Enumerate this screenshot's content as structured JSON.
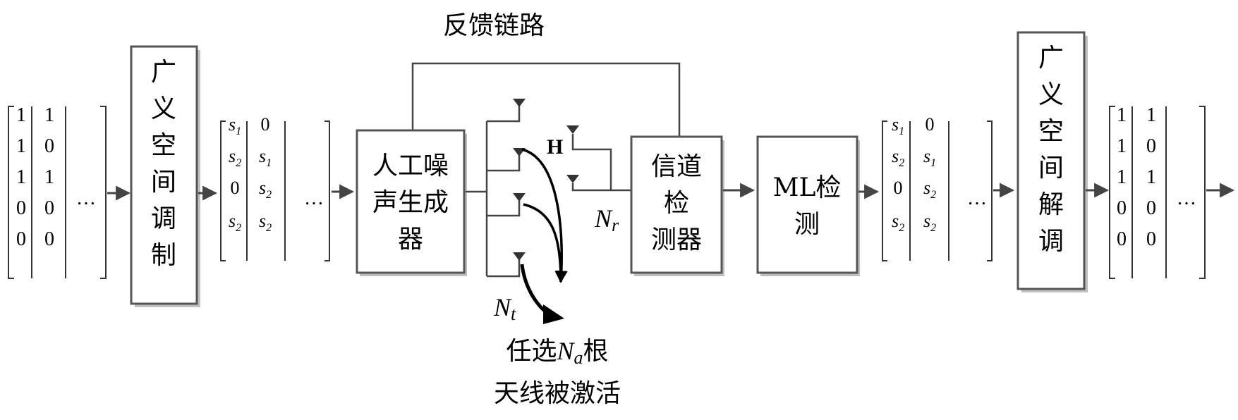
{
  "feedback_label": "反馈链路",
  "modulator_label": [
    "广",
    "义",
    "空",
    "间",
    "调",
    "制"
  ],
  "noise_gen_label": [
    "人工噪",
    "声生成",
    "器"
  ],
  "channel_det_label": [
    "信道",
    "检",
    "测器"
  ],
  "ml_det_label": [
    "ML检",
    "测"
  ],
  "demod_label": [
    "广",
    "义",
    "空",
    "间",
    "解",
    "调"
  ],
  "channel_symbol": "H",
  "nr_label": {
    "main": "N",
    "sub": "r"
  },
  "nt_label": {
    "main": "N",
    "sub": "t"
  },
  "select_label": {
    "pre": "任选",
    "main": "N",
    "sub": "a",
    "post": "根"
  },
  "activated_label": "天线被激活",
  "ellipsis": "…",
  "input_matrix": [
    [
      "1",
      "1"
    ],
    [
      "1",
      "0"
    ],
    [
      "1",
      "1"
    ],
    [
      "0",
      "0"
    ],
    [
      "0",
      "0"
    ]
  ],
  "symbol_matrix": [
    [
      "s",
      "1",
      "0",
      ""
    ],
    [
      "s",
      "2",
      "s",
      "1"
    ],
    [
      "0",
      "",
      "s",
      "2"
    ],
    [
      "s",
      "2",
      "s",
      "2"
    ]
  ],
  "detected_matrix": [
    [
      "s",
      "1",
      "0",
      ""
    ],
    [
      "s",
      "2",
      "s",
      "1"
    ],
    [
      "0",
      "",
      "s",
      "2"
    ],
    [
      "s",
      "2",
      "s",
      "2"
    ]
  ],
  "output_matrix": [
    [
      "1",
      "1"
    ],
    [
      "1",
      "0"
    ],
    [
      "1",
      "1"
    ],
    [
      "0",
      "0"
    ],
    [
      "0",
      "0"
    ]
  ]
}
